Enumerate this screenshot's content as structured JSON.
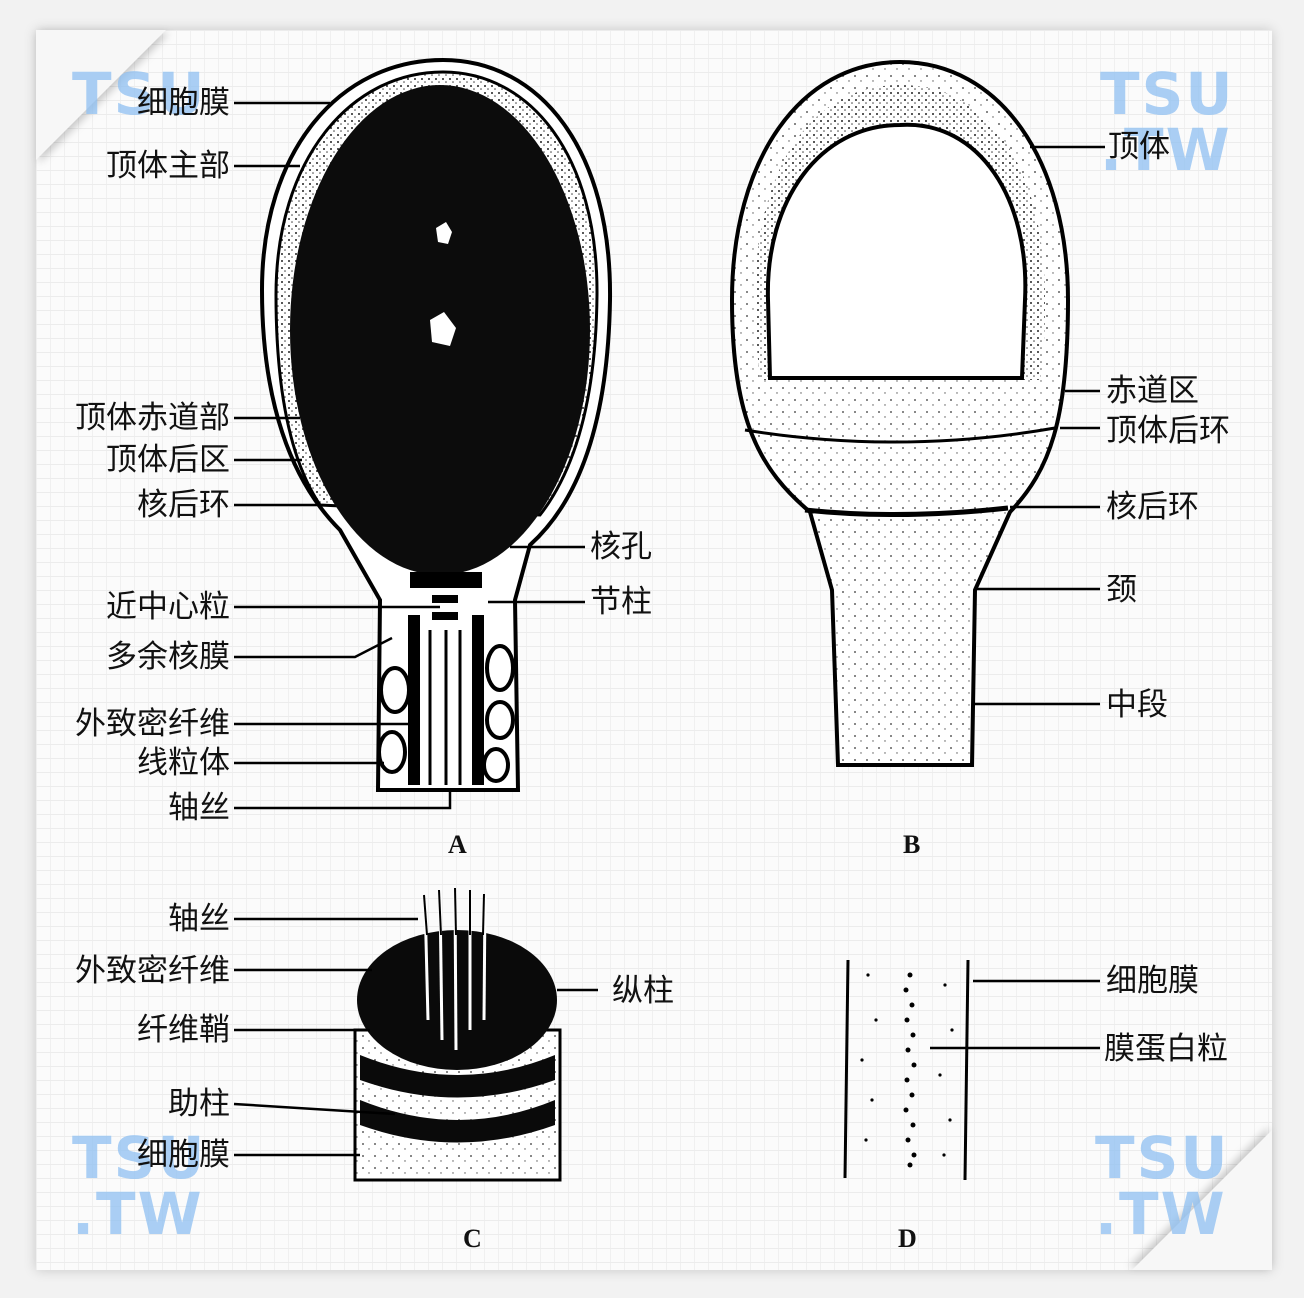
{
  "watermark": {
    "line1": "TSU",
    "line2": ".TW"
  },
  "panels": {
    "A": {
      "letter": "A",
      "labels": [
        "细胞膜",
        "顶体主部",
        "顶体赤道部",
        "顶体后区",
        "核后环",
        "近中心粒",
        "多余核膜",
        "外致密纤维",
        "线粒体",
        "轴丝"
      ],
      "labels_right": [
        "核孔",
        "节柱"
      ]
    },
    "B": {
      "letter": "B",
      "labels": [
        "顶体",
        "赤道区",
        "顶体后环",
        "核后环",
        "颈",
        "中段"
      ]
    },
    "C": {
      "letter": "C",
      "labels": [
        "轴丝",
        "外致密纤维",
        "纤维鞘",
        "助柱",
        "细胞膜"
      ],
      "labels_right": [
        "纵柱"
      ]
    },
    "D": {
      "letter": "D",
      "labels": [
        "细胞膜",
        "膜蛋白粒"
      ]
    }
  }
}
